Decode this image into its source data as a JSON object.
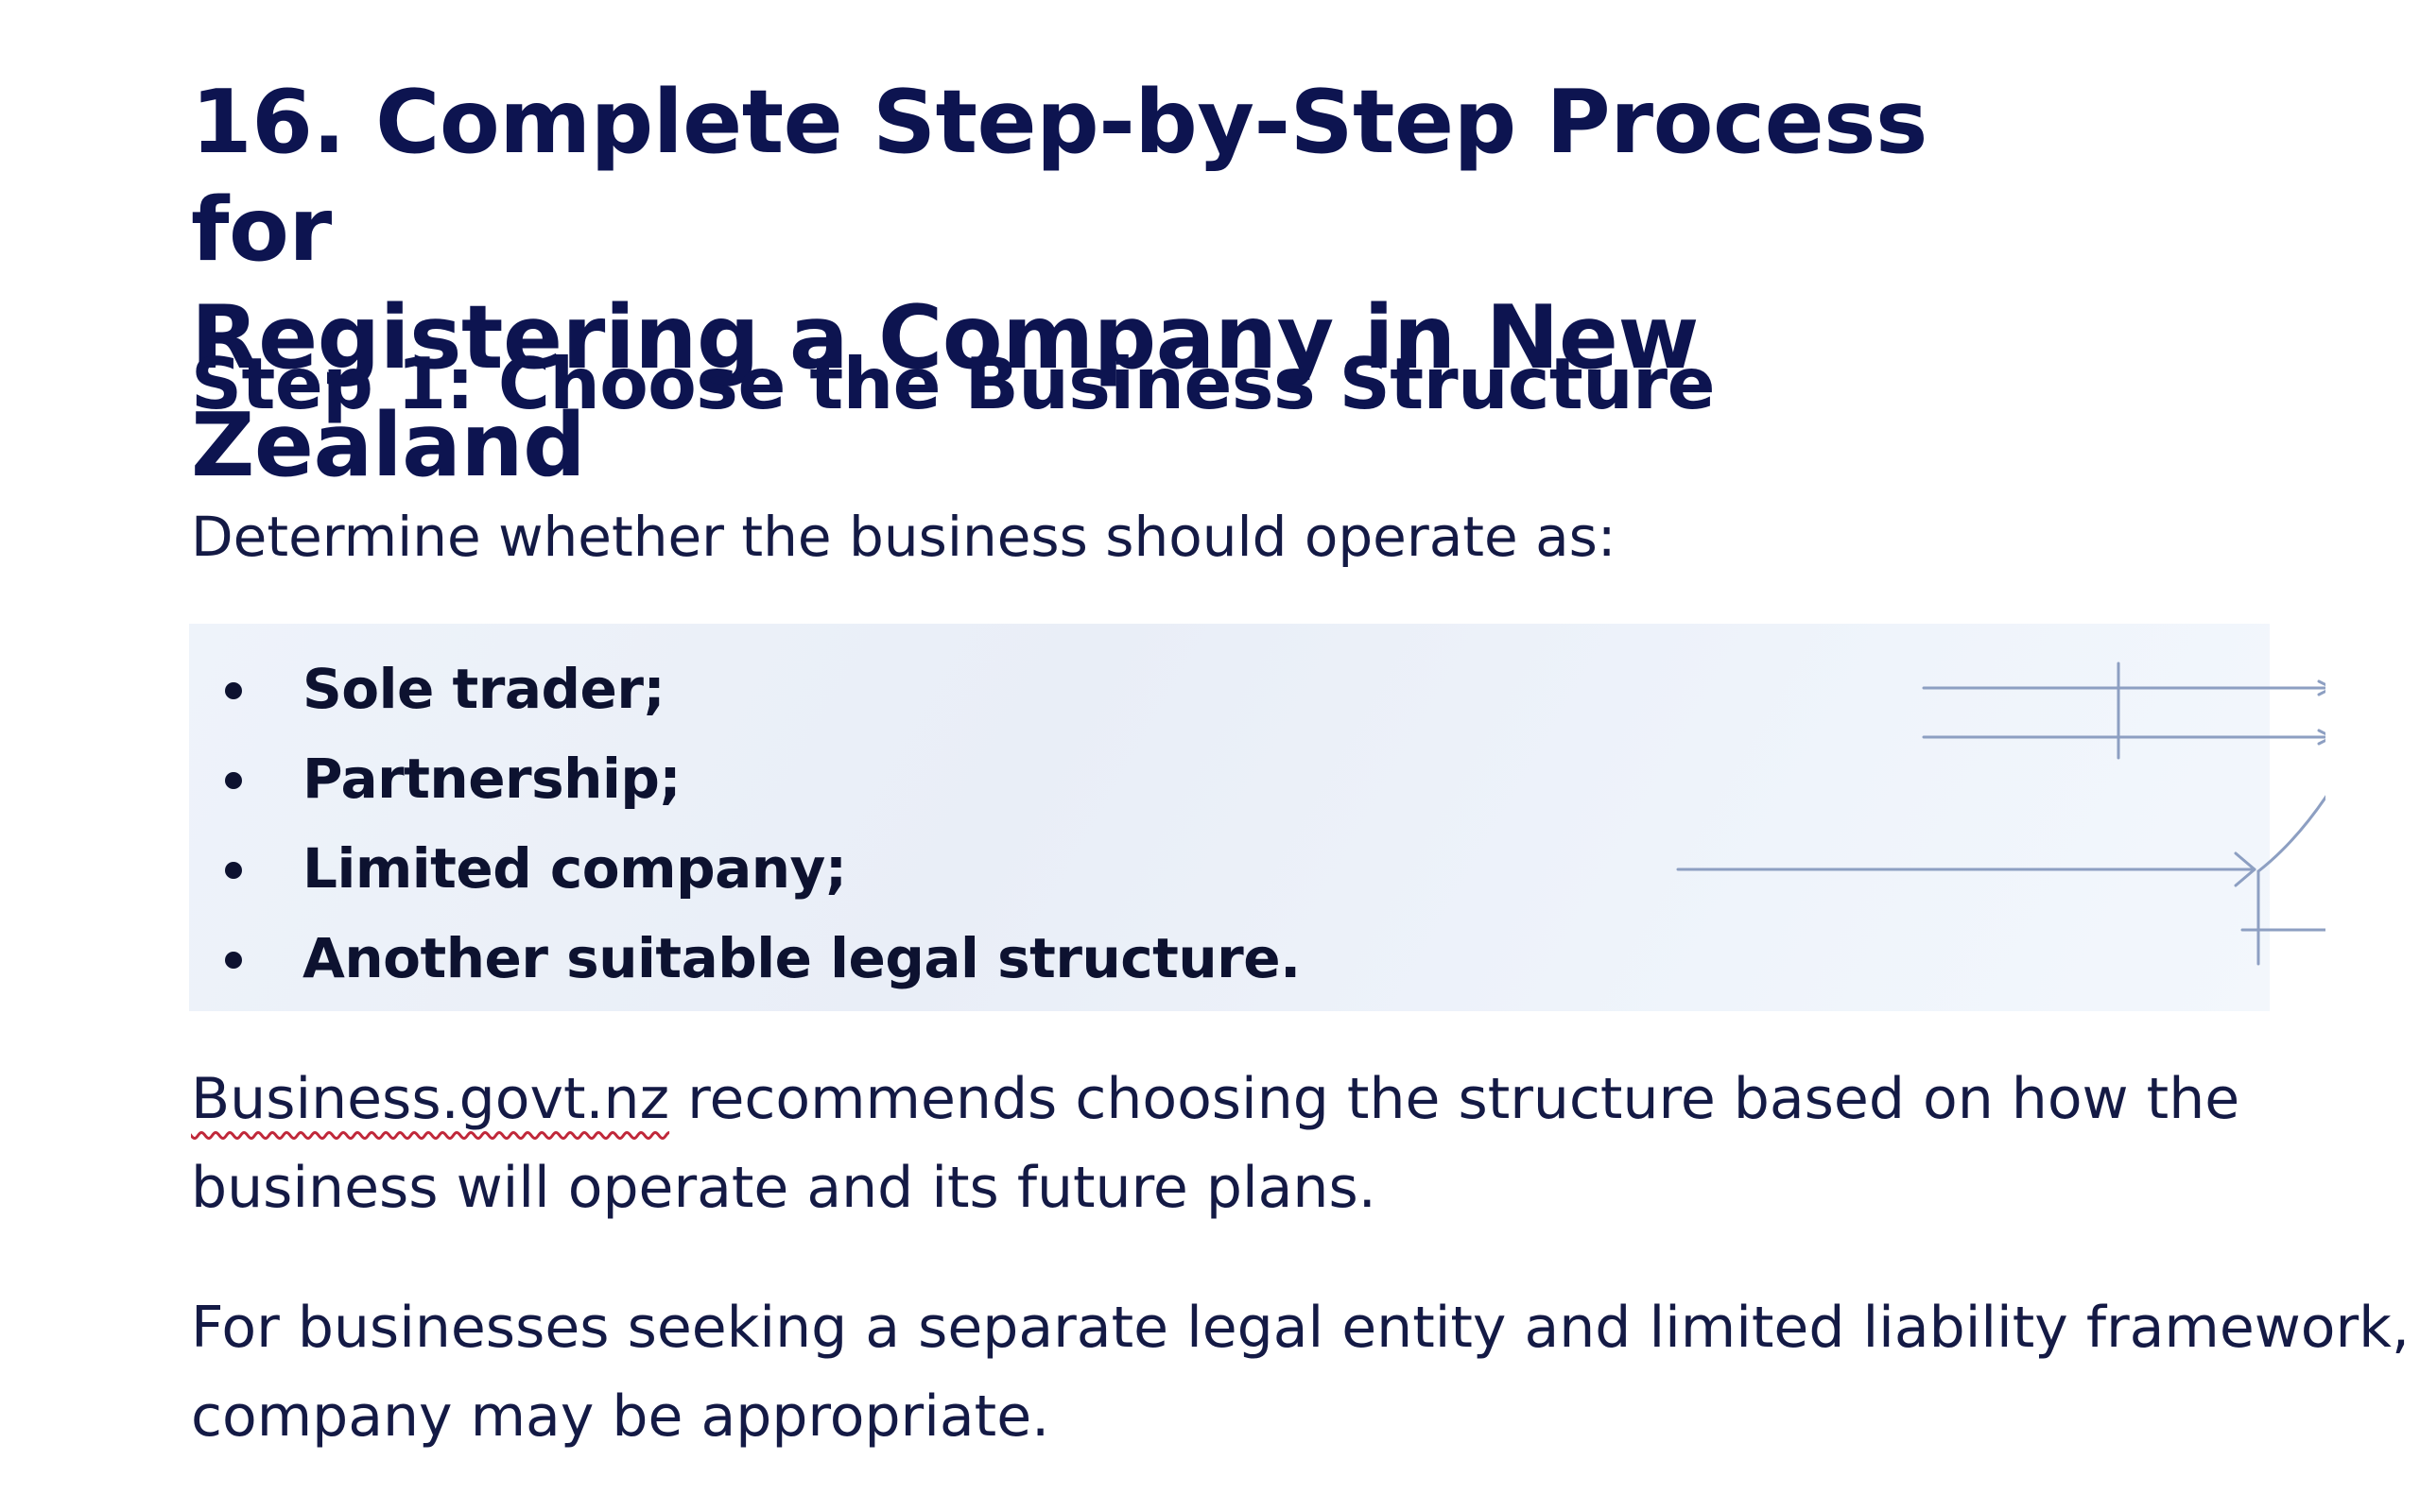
{
  "document": {
    "title_line1": "16. Complete Step-by-Step Process for",
    "title_line2": "Registering a Company in New Zealand",
    "step_heading": "Step 1: Choose the Business Structure",
    "intro": "Determine whether the business should operate as:",
    "options": [
      "Sole trader;",
      "Partnership;",
      "Limited company;",
      "Another suitable legal structure."
    ],
    "para1_link": "Business.govt.nz",
    "para1_line1_rest": " recommends choosing the structure based on how the",
    "para1_line2": "business will operate and its future plans.",
    "para2_line1": "For businesses seeking a separate legal entity and limited liability framework, a",
    "para2_line2": "company may be appropriate."
  },
  "colors": {
    "heading": "#0d1450",
    "body_text": "#141a45",
    "panel_background": "#eef3fa",
    "diagram_lines": "#8d9fc2",
    "spellcheck_underline": "#c0283a"
  }
}
